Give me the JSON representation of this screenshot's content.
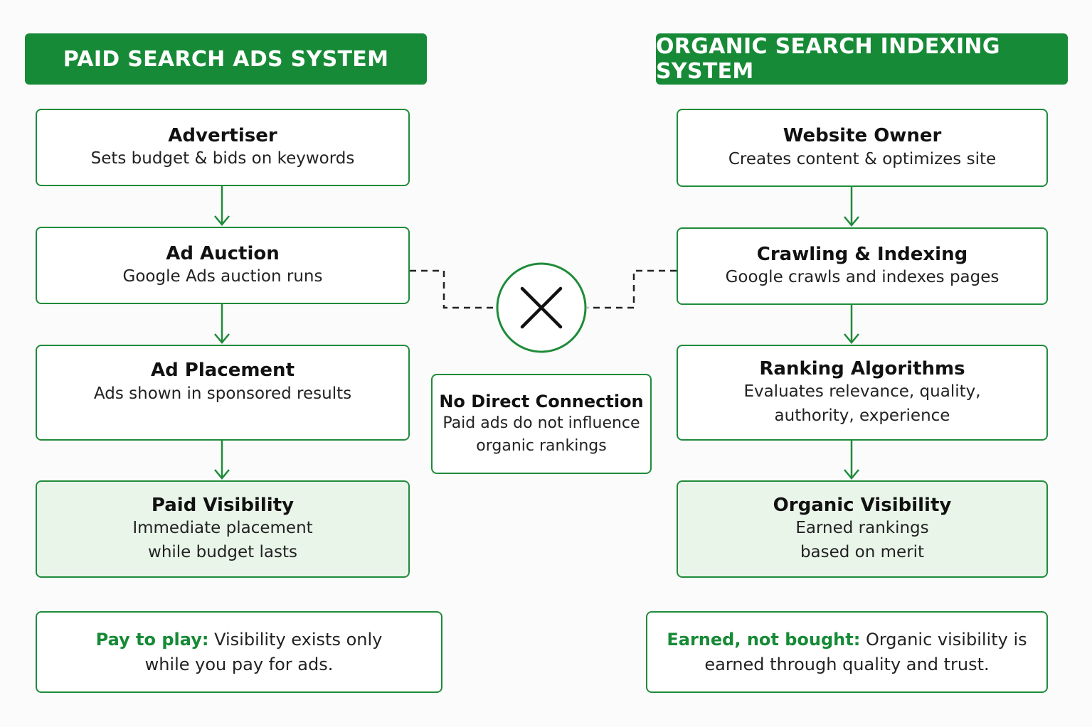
{
  "paid": {
    "header": "PAID SEARCH ADS SYSTEM",
    "steps": [
      {
        "title": "Advertiser",
        "desc": "Sets budget & bids on keywords"
      },
      {
        "title": "Ad Auction",
        "desc": "Google Ads auction runs"
      },
      {
        "title": "Ad Placement",
        "desc": "Ads shown in sponsored results"
      },
      {
        "title": "Paid Visibility",
        "desc_line1": "Immediate placement",
        "desc_line2": "while budget lasts"
      }
    ],
    "note": {
      "lead": "Pay to play:",
      "text_line1": " Visibility exists only",
      "text_line2": "while you pay for ads."
    }
  },
  "organic": {
    "header": "ORGANIC SEARCH INDEXING SYSTEM",
    "steps": [
      {
        "title": "Website Owner",
        "desc": "Creates content & optimizes site"
      },
      {
        "title": "Crawling & Indexing",
        "desc": "Google crawls and indexes pages"
      },
      {
        "title": "Ranking Algorithms",
        "desc_line1": "Evaluates relevance, quality,",
        "desc_line2": "authority, experience"
      },
      {
        "title": "Organic Visibility",
        "desc_line1": "Earned rankings",
        "desc_line2": "based on merit"
      }
    ],
    "note": {
      "lead": "Earned, not bought:",
      "text_line1": " Organic visibility is",
      "text_line2": "earned through quality and trust."
    }
  },
  "center": {
    "icon": "x-circle-icon",
    "title": "No Direct Connection",
    "desc_line1": "Paid ads do not influence",
    "desc_line2": "organic rankings"
  },
  "colors": {
    "accent": "#168a36",
    "result_fill": "#eaf5ea"
  }
}
